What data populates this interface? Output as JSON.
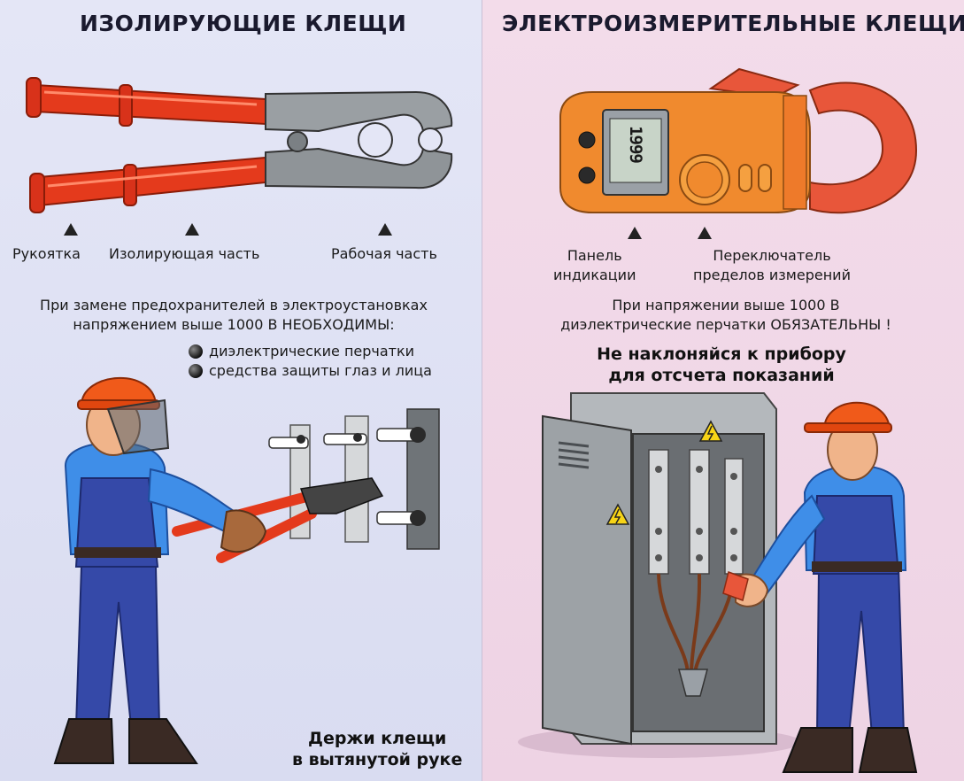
{
  "left": {
    "title": "ИЗОЛИРУЮЩИЕ КЛЕЩИ",
    "labels": {
      "handle": "Рукоятка",
      "insulating": "Изолирующая часть",
      "working": "Рабочая часть"
    },
    "warning_line1": "При замене предохранителей в электроустановках",
    "warning_line2": "напряжением выше 1000 В НЕОБХОДИМЫ:",
    "requirements": [
      "диэлектрические перчатки",
      "средства защиты глаз и лица"
    ],
    "caption_line1": "Держи клещи",
    "caption_line2": "в вытянутой руке"
  },
  "right": {
    "title": "ЭЛЕКТРОИЗМЕРИТЕЛЬНЫЕ КЛЕЩИ",
    "labels": {
      "display_line1": "Панель",
      "display_line2": "индикации",
      "switch_line1": "Переключатель",
      "switch_line2": "пределов измерений"
    },
    "meter_reading": "1999",
    "warning_line1": "При напряжении выше 1000 В",
    "warning_line2": "диэлектрические перчатки ОБЯЗАТЕЛЬНЫ !",
    "caption_line1": "Не наклоняйся к прибору",
    "caption_line2": "для отсчета показаний"
  },
  "colors": {
    "handle_red": "#e43a1c",
    "metal_grey": "#9a9fa3",
    "helmet_orange": "#f05a1a",
    "overall_blue": "#3549a8",
    "shirt_blue": "#3f8ee8",
    "meter_orange": "#f08a2e",
    "hazard_yellow": "#f7d417"
  }
}
